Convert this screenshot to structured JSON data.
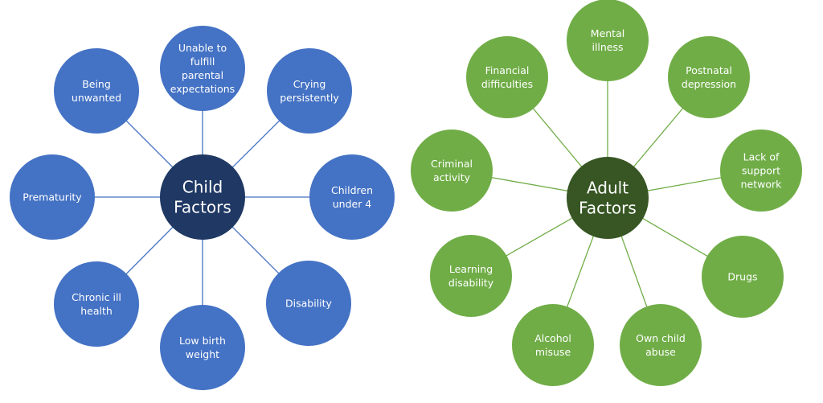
{
  "colors": {
    "child_leaf": "#4472C4",
    "child_center": "#1F3864",
    "child_edge": "#4472C4",
    "adult_leaf": "#70AD47",
    "adult_center": "#375623",
    "adult_edge": "#70AD47",
    "text": "#FFFFFF"
  },
  "child_factors": {
    "center": "Child\nFactors",
    "leaves": [
      "Unable to\nfulfill\nparental\nexpectations",
      "Crying\npersistently",
      "Children\nunder 4",
      "Disability",
      "Low birth\nweight",
      "Chronic ill\nhealth",
      "Prematurity",
      "Being\nunwanted"
    ]
  },
  "adult_factors": {
    "center": "Adult\nFactors",
    "leaves": [
      "Mental\nillness",
      "Postnatal\ndepression",
      "Lack of\nsupport\nnetwork",
      "Drugs",
      "Own child\nabuse",
      "Alcohol\nmisuse",
      "Learning\ndisability",
      "Criminal\nactivity",
      "Financial\ndifficulties"
    ]
  }
}
